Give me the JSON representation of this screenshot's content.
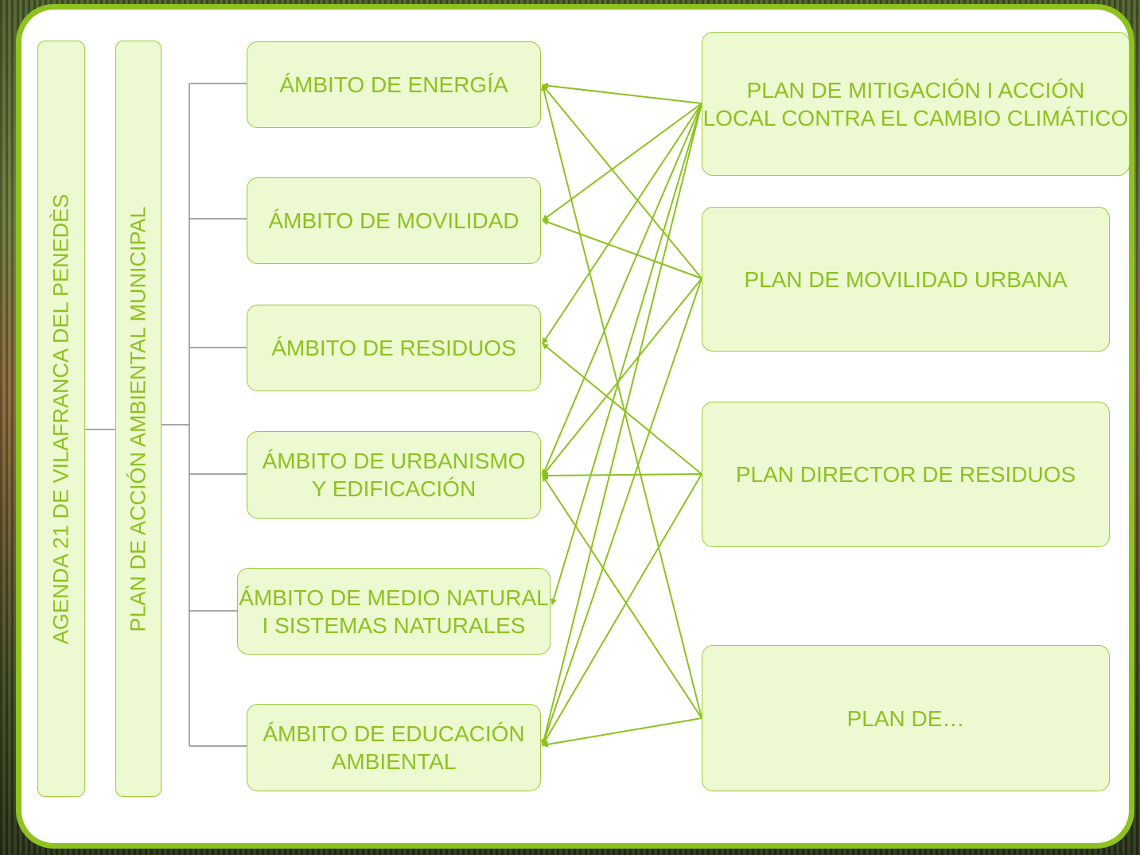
{
  "colors": {
    "accent": "#8dc21f",
    "box_fill": "#edf9d1",
    "box_border": "#9acc3b",
    "connector": "#8c8c8c"
  },
  "vertical_labels": {
    "agenda": "AGENDA 21 DE VILAFRANCA DEL PENEDÈS",
    "plan_accion": "PLAN DE ACCIÓN AMBIENTAL MUNICIPAL"
  },
  "ambitos": [
    "ÁMBITO DE ENERGÍA",
    "ÁMBITO DE MOVILIDAD",
    "ÁMBITO DE RESIDUOS",
    "ÁMBITO DE URBANISMO\nY EDIFICACIÓN",
    "ÁMBITO DE MEDIO NATURAL\nI SISTEMAS NATURALES",
    "ÁMBITO DE EDUCACIÓN\nAMBIENTAL"
  ],
  "planes": [
    "PLAN DE MITIGACIÓN I ACCIÓN\nLOCAL CONTRA EL CAMBIO CLIMÁTICO",
    "PLAN DE MOVILIDAD URBANA",
    "PLAN DIRECTOR DE RESIDUOS",
    "PLAN DE…"
  ],
  "links": [
    [
      0,
      0
    ],
    [
      0,
      1
    ],
    [
      0,
      2
    ],
    [
      0,
      3
    ],
    [
      0,
      4
    ],
    [
      0,
      5
    ],
    [
      1,
      0
    ],
    [
      1,
      1
    ],
    [
      1,
      3
    ],
    [
      1,
      5
    ],
    [
      2,
      2
    ],
    [
      2,
      3
    ],
    [
      2,
      5
    ],
    [
      3,
      0
    ],
    [
      3,
      3
    ],
    [
      3,
      5
    ]
  ]
}
